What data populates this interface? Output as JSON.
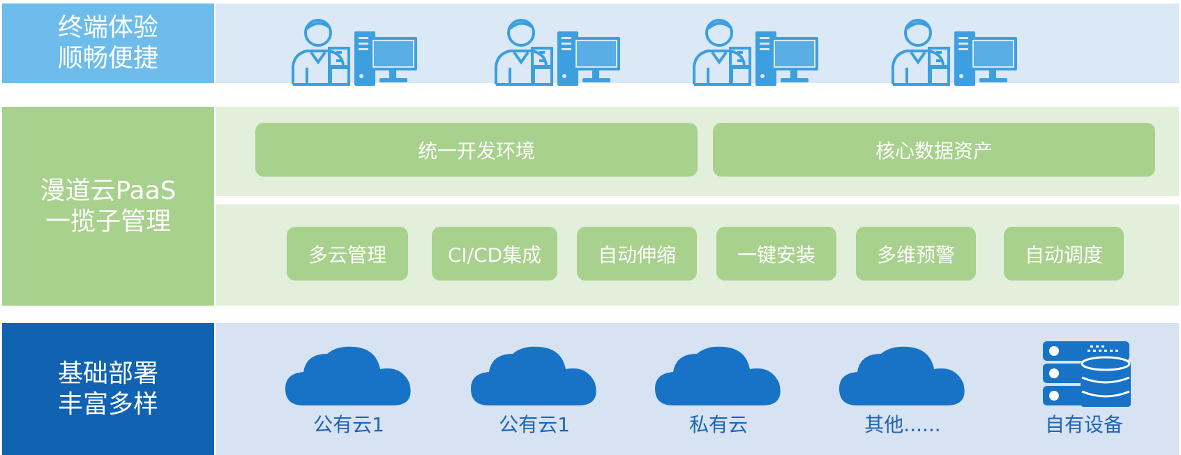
{
  "layers": {
    "top": {
      "label_line1": "终端体验",
      "label_line2": "顺畅便捷",
      "icon": "user-computer-icon",
      "colors": {
        "label_bg": "#6ebcec",
        "panel_bg": "#dbe8f6",
        "icon": "#3b9fe0"
      }
    },
    "middle": {
      "label_line1": "漫道云PaaS",
      "label_line2": "一揽子管理",
      "row1": [
        "统一开发环境",
        "核心数据资产"
      ],
      "row2": [
        "多云管理",
        "CI/CD集成",
        "自动伸缩",
        "一键安装",
        "多维预警",
        "自动调度"
      ],
      "colors": {
        "label_bg": "#a8d18d",
        "panel_bg": "#e2efda",
        "pill": "#a8d18d"
      }
    },
    "bottom": {
      "label_line1": "基础部署",
      "label_line2": "丰富多样",
      "items": [
        {
          "label": "公有云1",
          "icon": "cloud-icon"
        },
        {
          "label": "公有云1",
          "icon": "cloud-icon"
        },
        {
          "label": "私有云",
          "icon": "cloud-icon"
        },
        {
          "label": "其他......",
          "icon": "cloud-icon"
        },
        {
          "label": "自有设备",
          "icon": "server-database-icon"
        }
      ],
      "colors": {
        "label_bg": "#1162b0",
        "panel_bg": "#d7e3f2",
        "icon": "#1873c6"
      }
    }
  }
}
